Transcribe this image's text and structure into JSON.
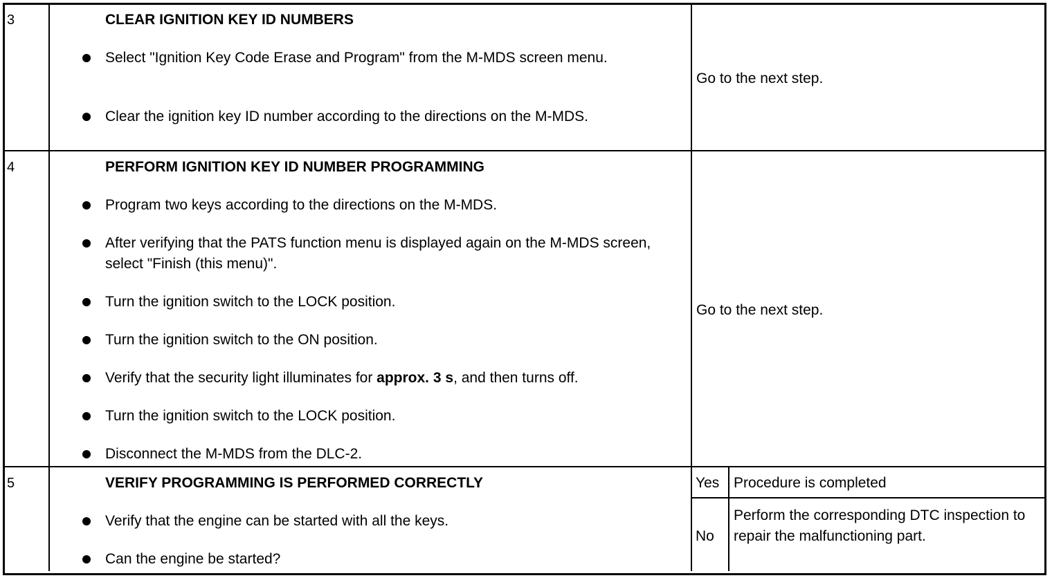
{
  "steps": [
    {
      "number": "3",
      "title": "CLEAR IGNITION KEY ID NUMBERS",
      "bullets": [
        "Select \"Ignition Key Code Erase and Program\" from the M-MDS screen menu.",
        "Clear the ignition key ID number according to the directions on the M-MDS."
      ],
      "action": "Go to the next step."
    },
    {
      "number": "4",
      "title": "PERFORM IGNITION KEY ID NUMBER PROGRAMMING",
      "bullets": [
        "Program two keys according to the directions on the M-MDS.",
        "After verifying that the PATS function menu is displayed again on the M-MDS screen, select \"Finish (this menu)\".",
        "Turn the ignition switch to the LOCK position.",
        "Turn the ignition switch to the ON position.",
        {
          "before": "Verify that the security light illuminates for ",
          "bold": "approx. 3 s",
          "after": ", and then turns off."
        },
        "Turn the ignition switch to the LOCK position.",
        "Disconnect the M-MDS from the DLC-2."
      ],
      "action": "Go to the next step."
    },
    {
      "number": "5",
      "title": "VERIFY PROGRAMMING IS PERFORMED CORRECTLY",
      "bullets": [
        "Verify that the engine can be started with all the keys.",
        "Can the engine be started?"
      ],
      "yes_label": "Yes",
      "yes_action": "Procedure is completed",
      "no_label": "No",
      "no_action": "Perform the corresponding DTC inspection to repair the malfunctioning part."
    }
  ]
}
